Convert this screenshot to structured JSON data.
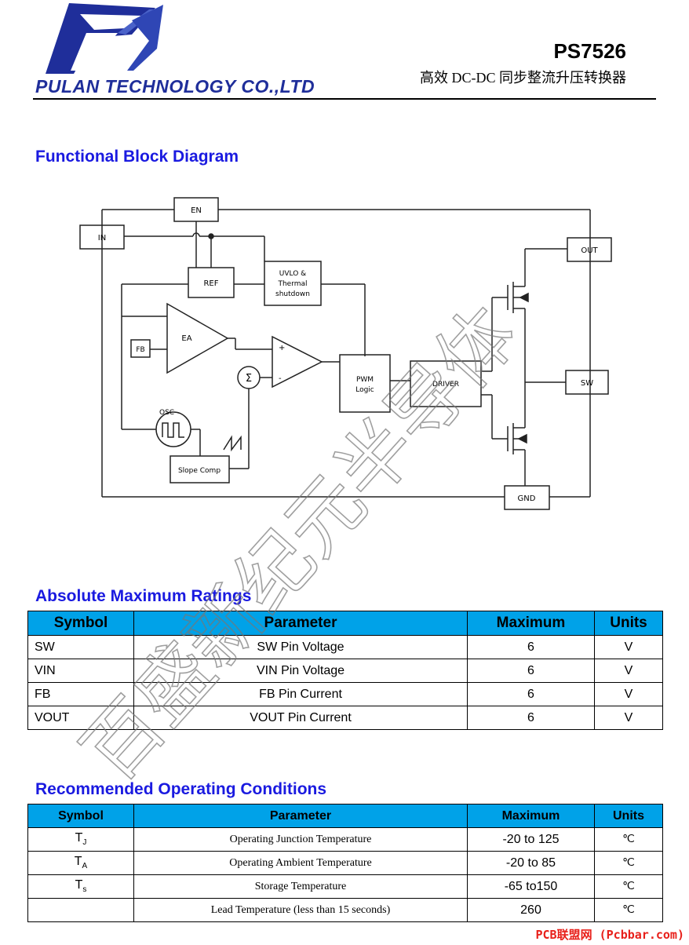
{
  "header": {
    "company": "PULAN TECHNOLOGY CO.,LTD",
    "part_number": "PS7526",
    "subtitle": "高效 DC-DC 同步整流升压转换器"
  },
  "sections": {
    "block_diagram": "Functional Block Diagram",
    "abs_max": "Absolute  Maximum  Ratings",
    "rec_op": "Recommended  Operating  Conditions"
  },
  "diagram": {
    "labels": {
      "en": "EN",
      "in": "IN",
      "out": "OUT",
      "sw": "SW",
      "gnd": "GND",
      "ref": "REF",
      "uvlo1": "UVLO &",
      "uvlo2": "Thermal",
      "uvlo3": "shutdown",
      "ea": "EA",
      "fb": "FB",
      "osc": "OSC",
      "sigma": "Σ",
      "pwm1": "PWM",
      "pwm2": "Logic",
      "driver": "DRIVER",
      "slope": "Slope Comp",
      "plus": "+",
      "minus": "-"
    }
  },
  "abs_max_table": {
    "headers": [
      "Symbol",
      "Parameter",
      "Maximum",
      "Units"
    ],
    "rows": [
      [
        "SW",
        "SW Pin Voltage",
        "6",
        "V"
      ],
      [
        "VIN",
        "VIN Pin Voltage",
        "6",
        "V"
      ],
      [
        "FB",
        "FB Pin Current",
        "6",
        "V"
      ],
      [
        "VOUT",
        "VOUT Pin Current",
        "6",
        "V"
      ]
    ]
  },
  "rec_op_table": {
    "headers": [
      "Symbol",
      "Parameter",
      "Maximum",
      "Units"
    ],
    "rows": [
      {
        "sym": "T",
        "sub": "J",
        "param": "Operating Junction Temperature",
        "max": "-20 to 125",
        "unit": "℃"
      },
      {
        "sym": "T",
        "sub": "A",
        "param": "Operating Ambient Temperature",
        "max": "-20 to 85",
        "unit": "℃"
      },
      {
        "sym": "T",
        "sub": "s",
        "param": "Storage Temperature",
        "max": "-65 to150",
        "unit": "℃"
      },
      {
        "sym": "",
        "sub": "",
        "param": "Lead Temperature (less than 15 seconds)",
        "max": "260",
        "unit": "℃"
      }
    ]
  },
  "watermark": "百盛新纪元半导体",
  "footer": "PCB联盟网 (Pcbbar.com)",
  "colors": {
    "heading_blue": "#1a1ae0",
    "table_header": "#00a2e8",
    "logo_blue": "#1f2e9a",
    "footer_red": "#e8201a"
  }
}
